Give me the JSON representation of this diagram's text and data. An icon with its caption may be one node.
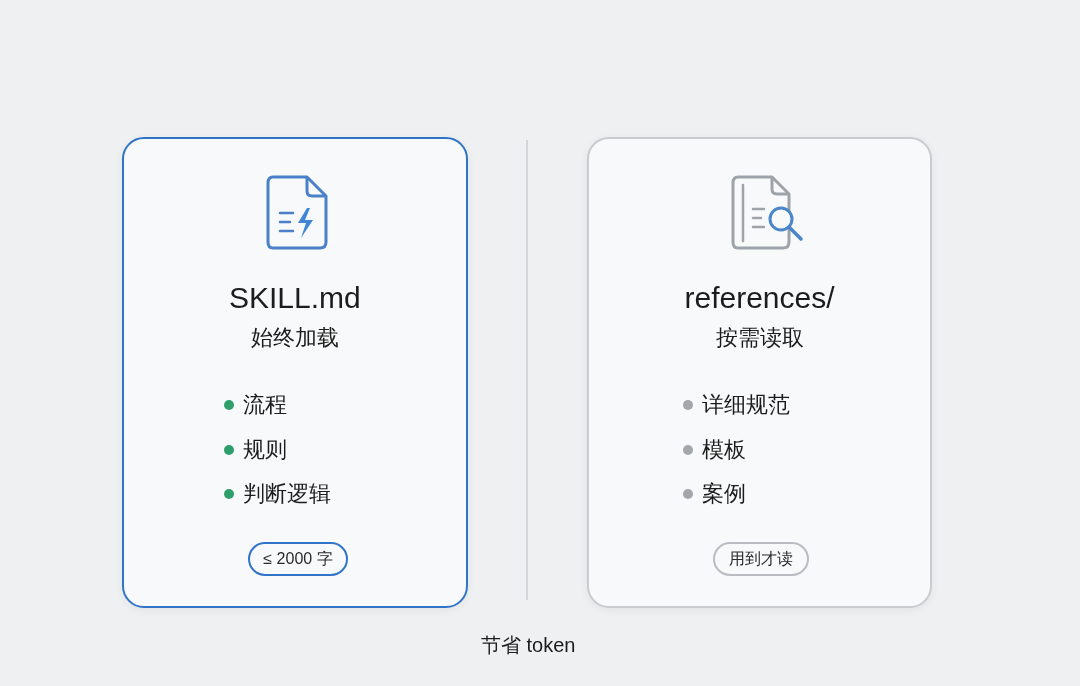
{
  "diagram": {
    "caption": "节省 token",
    "nodes": [
      {
        "text": [
          "SKILL.md",
          "始终加载",
          "流程",
          "规则",
          "判断逻辑"
        ]
      },
      {
        "text": [
          "≤ 2000 字"
        ],
        "in": 0
      },
      {
        "text": [
          "references/",
          "按需读取",
          "详细规范",
          "模板",
          "案例"
        ]
      },
      {
        "text": [
          "用到才读"
        ],
        "in": 2
      }
    ]
  }
}
